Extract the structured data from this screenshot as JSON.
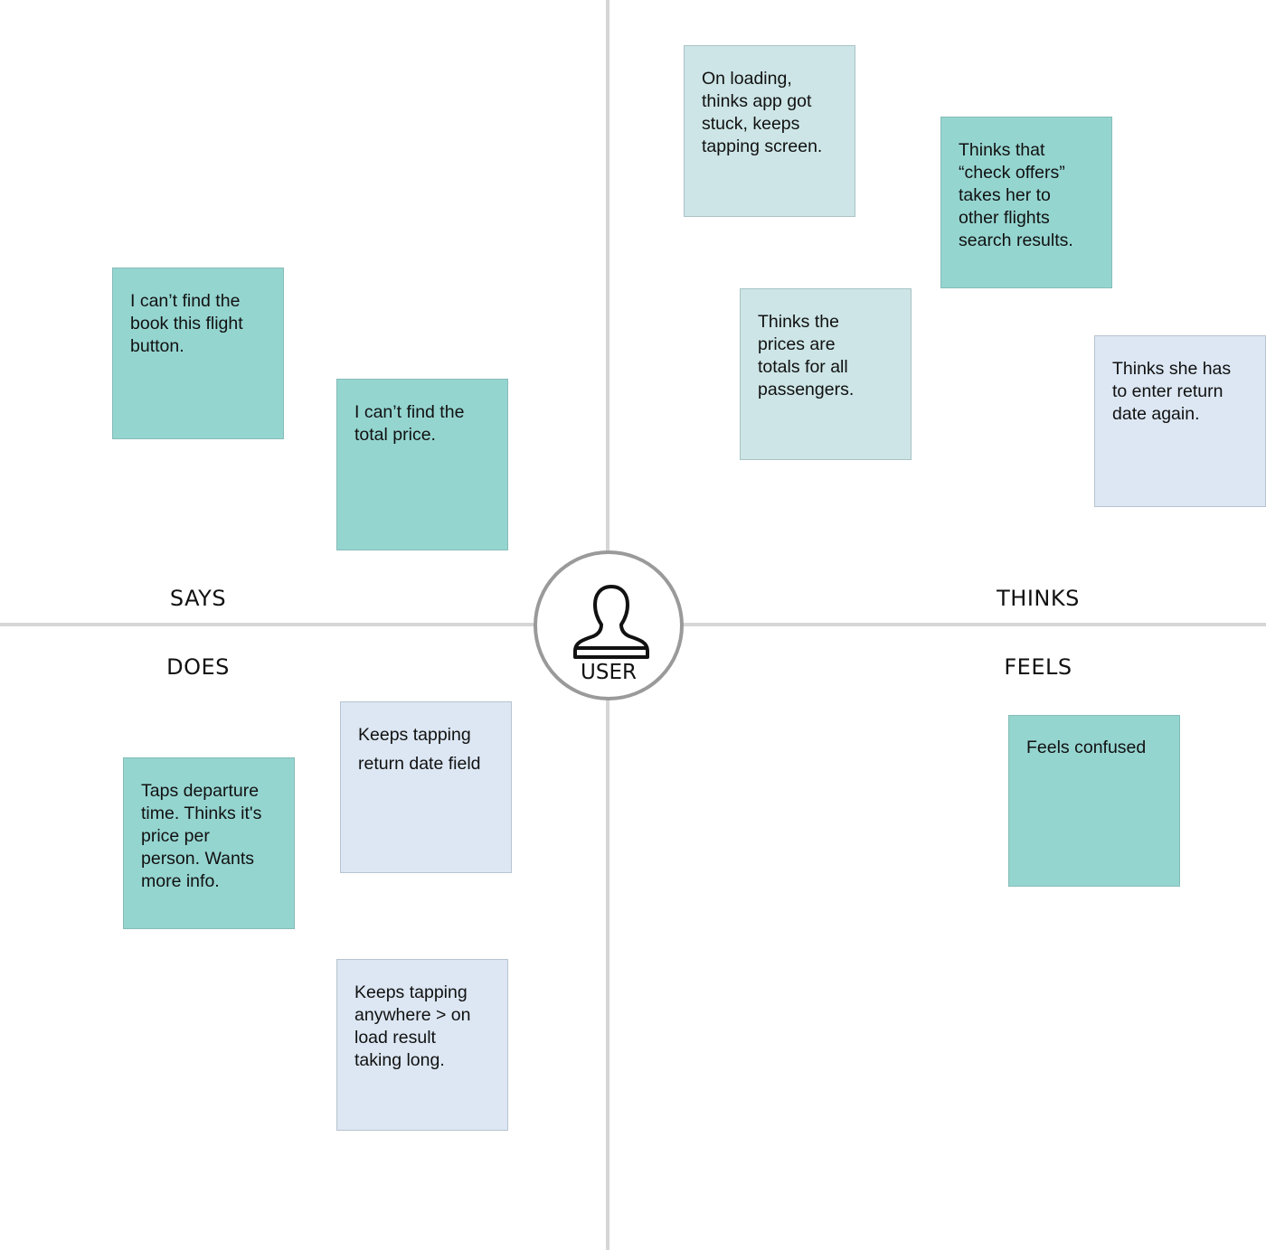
{
  "quadrants": {
    "says": "SAYS",
    "thinks": "THINKS",
    "does": "DOES",
    "feels": "FEELS"
  },
  "center": {
    "label": "USER",
    "icon": "user-silhouette-icon"
  },
  "colors": {
    "teal_note": "#95d5d0",
    "mint_note": "#cde5e6",
    "blue_note": "#dce7f3",
    "axis": "#d6d6d6",
    "circle_border": "#9a9a9a"
  },
  "notes": {
    "says": [
      "I can’t find the\nbook this flight\nbutton.",
      "I can’t find the\ntotal price."
    ],
    "thinks": [
      "On loading,\nthinks app got\nstuck, keeps\ntapping screen.",
      "Thinks that\n“check offers”\ntakes her to\nother flights\nsearch results.",
      "Thinks the\nprices are\ntotals for all\npassengers.",
      "Thinks she has\nto enter return\ndate again."
    ],
    "does": [
      "Keeps tapping\nreturn date field",
      "Taps departure\ntime. Thinks it's\nprice per\nperson. Wants\nmore info.",
      "Keeps tapping\nanywhere > on\nload result\ntaking long."
    ],
    "feels": [
      "Feels confused"
    ]
  }
}
